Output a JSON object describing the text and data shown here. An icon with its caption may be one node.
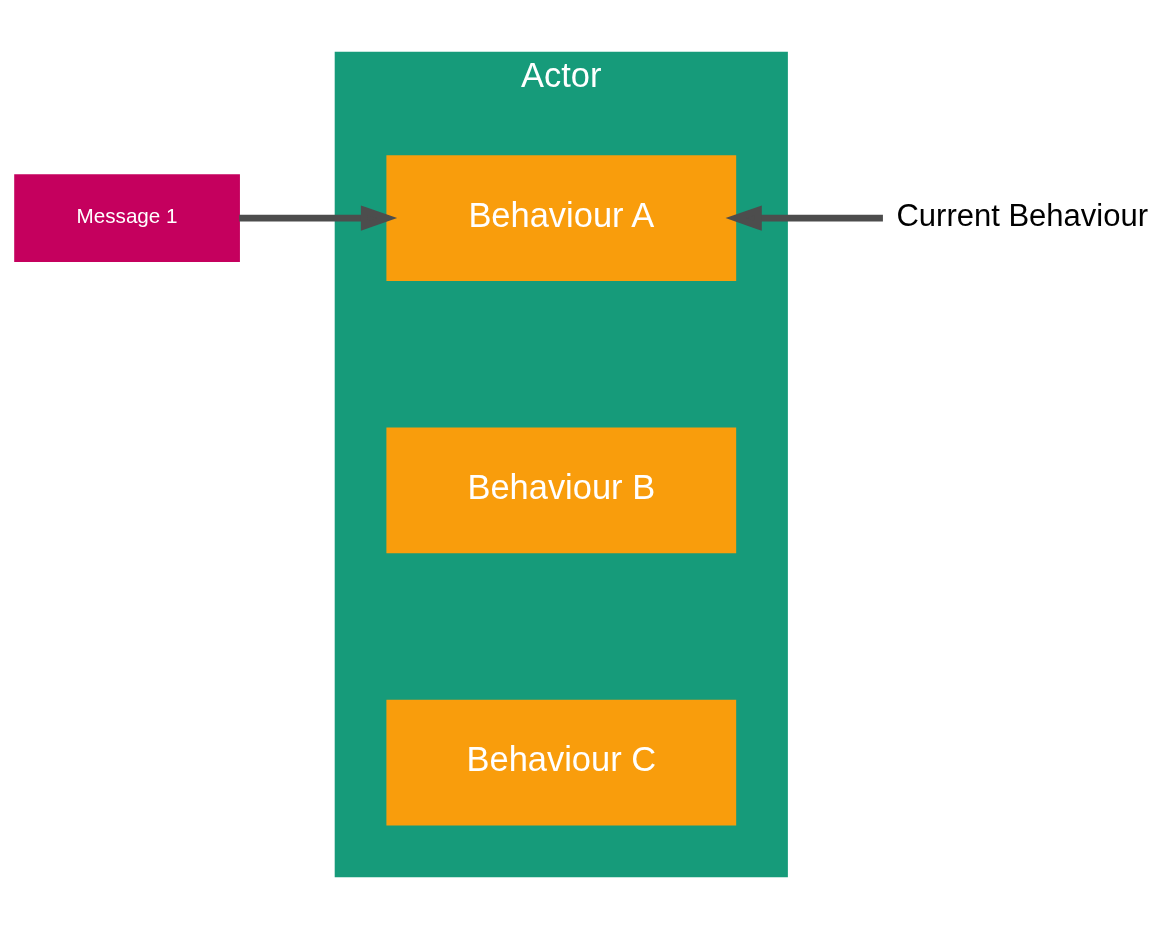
{
  "diagram": {
    "nodes": [
      {
        "text": [
          "Actor"
        ]
      },
      {
        "text": [
          "Behaviour A"
        ],
        "in": 0
      },
      {
        "text": [
          "Behaviour B"
        ],
        "in": 0
      },
      {
        "text": [
          "Behaviour C"
        ],
        "in": 0
      },
      {
        "text": [
          "Message 1"
        ]
      },
      {
        "text": [
          "Current Behaviour"
        ]
      }
    ],
    "edges": [
      {
        "from": 4,
        "to": 1,
        "arrow": "to"
      },
      {
        "from": 5,
        "to": 1,
        "arrow": "to"
      }
    ]
  }
}
